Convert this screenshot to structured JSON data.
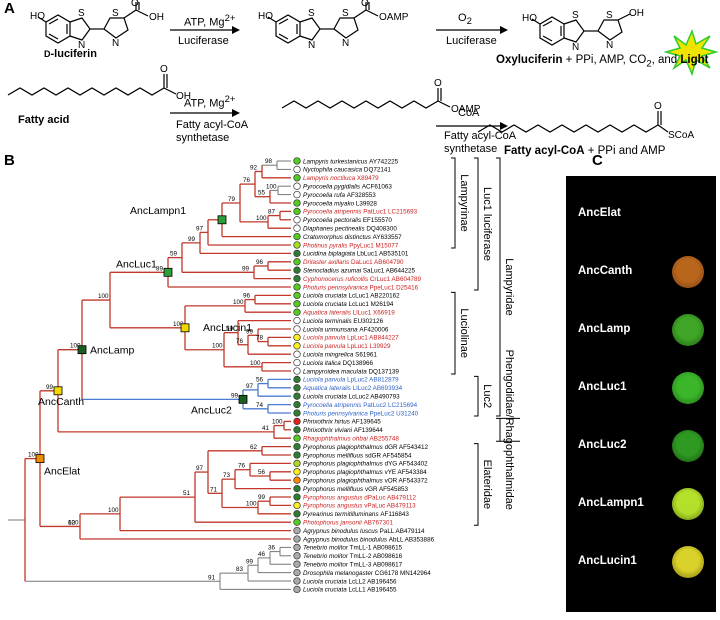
{
  "panels": {
    "a": "A",
    "b": "B",
    "c": "C"
  },
  "reaction": {
    "atp": "ATP, Mg",
    "sup": "2+",
    "luciferase": "Luciferase",
    "o2": "O",
    "o2sub": "2",
    "luciferase2": "Luciferase",
    "dluciferin_prefix": "D",
    "dluciferin": "-luciferin",
    "oxy_bold": "Oxyluciferin",
    "oxy_rest": " + PPi, AMP, CO",
    "oxy_sub": "2",
    "oxy_and": ", and ",
    "light": "Light",
    "fatty_acid": "Fatty acid",
    "atp2": "ATP, Mg",
    "sup2": "2+",
    "fatty_enzyme1": "Fatty acyl-CoA",
    "fatty_enzyme2": "synthetase",
    "coa": "CoA",
    "fatty_enzyme3": "Fatty acyl-CoA",
    "fatty_enzyme4": "synthetase",
    "product_bold": "Fatty acyl-CoA",
    "product_rest": " + PPi and AMP",
    "atom_OH": "OH",
    "atom_HO": "HO",
    "atom_O": "O",
    "atom_OAMP": "OAMP",
    "atom_S": "S",
    "atom_N": "N",
    "atom_SCoA": "SCoA"
  },
  "tree": {
    "leaves": [
      {
        "name": "Lampyris turkestanicus",
        "acc": "AY742225",
        "color": "black",
        "dot": "#55cc22"
      },
      {
        "name": "Nyctophila caucasica",
        "acc": "DQ72141",
        "color": "black",
        "dot": "#ffffff"
      },
      {
        "name": "Lampyris noctiluca",
        "acc": "X89479",
        "color": "red",
        "dot": "#55cc22"
      },
      {
        "name": "Pyrocoelia pygidialis",
        "acc": "ACF61063",
        "color": "black",
        "dot": "#ffffff"
      },
      {
        "name": "Pyrocoelia rufa",
        "acc": "AF328553",
        "color": "black",
        "dot": "#ffffff"
      },
      {
        "name": "Pyrocoelia miyako",
        "acc": "L39928",
        "color": "black",
        "dot": "#55cc22"
      },
      {
        "name": "Pyrocoelia atripennis",
        "acc": "PatLuc1 LC215693",
        "color": "red",
        "dot": "#55cc22"
      },
      {
        "name": "Pyrocoelia pectoralis",
        "acc": "EF155570",
        "color": "black",
        "dot": "#ffffff"
      },
      {
        "name": "Diaphanes pectinealis",
        "acc": "DQ408300",
        "color": "black",
        "dot": "#ffffff"
      },
      {
        "name": "Cratomorphus distinctus",
        "acc": "AY633557",
        "color": "black",
        "dot": "#55cc22"
      },
      {
        "name": "Photinus pyralis",
        "acc": "PpyLuc1 M15077",
        "color": "red",
        "dot": "#aadd22"
      },
      {
        "name": "Lucidina biplagiata",
        "acc": "LbLuc1 AB535101",
        "color": "black",
        "dot": "#2e7d32"
      },
      {
        "name": "Drilaster axillaris",
        "acc": "DaLuc1 AB604790",
        "color": "red",
        "dot": "#55cc22"
      },
      {
        "name": "Stenocladius azumai",
        "acc": "SaLuc1 AB644225",
        "color": "black",
        "dot": "#2e7d32"
      },
      {
        "name": "Cyphonocerus ruficollis",
        "acc": "CrLuc1 AB604789",
        "color": "red",
        "dot": "#2e7d32"
      },
      {
        "name": "Photuris pennsylvanica",
        "acc": "PpeLuc1 D25416",
        "color": "red",
        "dot": "#55cc22"
      },
      {
        "name": "Luciola cruciata",
        "acc": "LcLuc1 AB220162",
        "color": "black",
        "dot": "#55cc22"
      },
      {
        "name": "Luciola cruciata",
        "acc": "LcLuc1 M26194",
        "color": "black",
        "dot": "#55cc22"
      },
      {
        "name": "Aquatica lateralis",
        "acc": "LlLuc1 X66919",
        "color": "red",
        "dot": "#55cc22"
      },
      {
        "name": "Luciola terminalis",
        "acc": "EU302126",
        "color": "black",
        "dot": "#ffffff"
      },
      {
        "name": "Luciola unmunsana",
        "acc": "AF420006",
        "color": "black",
        "dot": "#ffffff"
      },
      {
        "name": "Luciola parvula",
        "acc": "LpLuc1 AB844227",
        "color": "red",
        "dot": "#ffee22"
      },
      {
        "name": "Luciola parvula",
        "acc": "LpLuc1 L39929",
        "color": "red",
        "dot": "#ffee22"
      },
      {
        "name": "Luciola mingrelica",
        "acc": "S61961",
        "color": "black",
        "dot": "#ffffff"
      },
      {
        "name": "Luciola italica",
        "acc": "DQ138966",
        "color": "black",
        "dot": "#ffffff"
      },
      {
        "name": "Lampyroidea maculata",
        "acc": "DQ137139",
        "color": "black",
        "dot": "#ffffff"
      },
      {
        "name": "Luciola parvula",
        "acc": "LpLuc2 AB812879",
        "color": "blue",
        "dot": "#2e7d32"
      },
      {
        "name": "Aquatica lateralis",
        "acc": "LlLuc2 AB693934",
        "color": "blue",
        "dot": "#2e7d32"
      },
      {
        "name": "Luciola cruciata",
        "acc": "LcLuc2 AB490793",
        "color": "black",
        "dot": "#2e7d32"
      },
      {
        "name": "Pyrocoelia atripennis",
        "acc": "PatLuc2 LC215694",
        "color": "blue",
        "dot": "#2e7d32"
      },
      {
        "name": "Photuris pennsylvanica",
        "acc": "PpeLuc2 U31240",
        "color": "blue",
        "dot": "#2e7d32"
      },
      {
        "name": "Phrixothrix hirtus",
        "acc": "AF139645",
        "color": "black",
        "dot": "#dd2222"
      },
      {
        "name": "Phrixothrix viviani",
        "acc": "AF139644",
        "color": "black",
        "dot": "#2e7d32"
      },
      {
        "name": "Rhagophthalmus ohbai",
        "acc": "AB255748",
        "color": "red",
        "dot": "#55cc22"
      },
      {
        "name": "Pyrophorus plagiophthalmus",
        "acc": "dGR AF543412",
        "color": "black",
        "dot": "#2e7d32"
      },
      {
        "name": "Pyrophorus mellifluus",
        "acc": "sdGR AF545854",
        "color": "black",
        "dot": "#2e7d32"
      },
      {
        "name": "Pyrophorus plagiophthalmus",
        "acc": "dYG AF543402",
        "color": "black",
        "dot": "#aadd22"
      },
      {
        "name": "Pyrophorus plagiophthalmus",
        "acc": "vYE AF543384",
        "color": "black",
        "dot": "#ffee22"
      },
      {
        "name": "Pyrophorus plagiophthalmus",
        "acc": "vOR AF543372",
        "color": "black",
        "dot": "#ff8800"
      },
      {
        "name": "Pyrophorus mellifluus",
        "acc": "vGR AF545853",
        "color": "black",
        "dot": "#2e7d32"
      },
      {
        "name": "Pyrophorus angustus",
        "acc": "dPaLuc AB479112",
        "color": "red",
        "dot": "#2e7d32"
      },
      {
        "name": "Pyrophorus angustus",
        "acc": "vPaLuc AB479113",
        "color": "red",
        "dot": "#ffee22"
      },
      {
        "name": "Pyrearinus termitilluminans",
        "acc": "AF116843",
        "color": "black",
        "dot": "#2e7d32"
      },
      {
        "name": "Photophorus jansonii",
        "acc": "AB767301",
        "color": "red",
        "dot": "#55cc22"
      },
      {
        "name": "Agrypnus binodulus luscus",
        "acc": "PaLL AB479114",
        "color": "black",
        "dot": "#aaaaaa"
      },
      {
        "name": "Agrypnus binodulus binodulus",
        "acc": "AbLL AB353886",
        "color": "black",
        "dot": "#aaaaaa"
      },
      {
        "name": "Tenebrio molitor",
        "acc": "TmLL-1 AB098615",
        "color": "black",
        "dot": "#aaaaaa"
      },
      {
        "name": "Tenebrio molitor",
        "acc": "TmLL-2 AB098616",
        "color": "black",
        "dot": "#aaaaaa"
      },
      {
        "name": "Tenebrio molitor",
        "acc": "TmLL-3 AB098617",
        "color": "black",
        "dot": "#aaaaaa"
      },
      {
        "name": "Drosophila melanogaster",
        "acc": "CG6178 MN142964",
        "color": "black",
        "dot": "#aaaaaa"
      },
      {
        "name": "Luciola cruciata",
        "acc": "LcLL2 AB196456",
        "color": "black",
        "dot": "#aaaaaa"
      },
      {
        "name": "Luciola cruciata",
        "acc": "LcLL1 AB196455",
        "color": "black",
        "dot": "#aaaaaa"
      }
    ],
    "bootstrap": [
      "98",
      "92",
      "55",
      "76",
      "100",
      "79",
      "87",
      "100",
      "97",
      "96",
      "99",
      "59",
      "99",
      "89",
      "100",
      "100",
      "96",
      "78",
      "100",
      "99",
      "59",
      "100",
      "76",
      "100",
      "74",
      "56",
      "97",
      "100",
      "99",
      "99",
      "100",
      "41",
      "100",
      "100",
      "62",
      "76",
      "73",
      "56",
      "99",
      "97",
      "71",
      "100",
      "51",
      "100",
      "83",
      "99",
      "46",
      "36",
      "91",
      "62"
    ],
    "ancestors": {
      "AncLampn1": "AncLampn1",
      "AncLuc1": "AncLuc1",
      "AncLucin1": "AncLucin1",
      "AncLamp": "AncLamp",
      "AncCanth": "AncCanth",
      "AncLuc2": "AncLuc2",
      "AncElat": "AncElat"
    },
    "clades": {
      "lampyrinae": "Lampyrinae",
      "luc1": "Luc1 luciferase",
      "lampyridae": "Lampyridae",
      "luciolinae": "Luciolinae",
      "luc2": "Luc2",
      "phengodidae": "Phengodidae/Rhagophthalmidae",
      "elateridae": "Elateridae"
    }
  },
  "wells": [
    {
      "label": "AncElat",
      "color": "#000000",
      "glow": "none"
    },
    {
      "label": "AncCanth",
      "color": "#b8661c",
      "glow": "#7a3a10"
    },
    {
      "label": "AncLamp",
      "color": "#3fa527",
      "glow": "#1d5a12"
    },
    {
      "label": "AncLuc1",
      "color": "#3bb52a",
      "glow": "#1b6a14"
    },
    {
      "label": "AncLuc2",
      "color": "#2f9a22",
      "glow": "#164e10"
    },
    {
      "label": "AncLampn1",
      "color": "#b5e02a",
      "glow": "#5a7a10"
    },
    {
      "label": "AncLucin1",
      "color": "#d9d22a",
      "glow": "#7a6a10"
    }
  ]
}
